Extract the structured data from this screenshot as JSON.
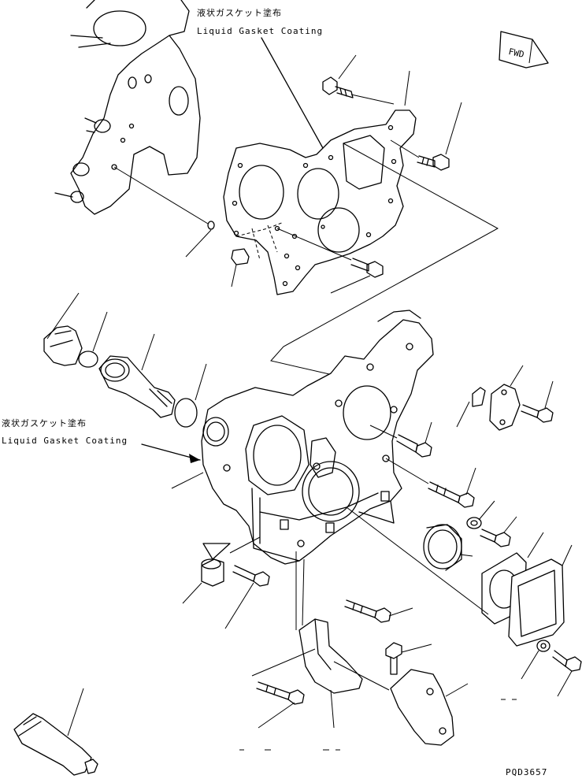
{
  "notes": {
    "top_jp": "液状ガスケット塗布",
    "top_en": "Liquid Gasket Coating",
    "left_jp": "液状ガスケット塗布",
    "left_en": "Liquid Gasket Coating"
  },
  "fwd_label": "FWD",
  "drawing_code": "PQD3657"
}
